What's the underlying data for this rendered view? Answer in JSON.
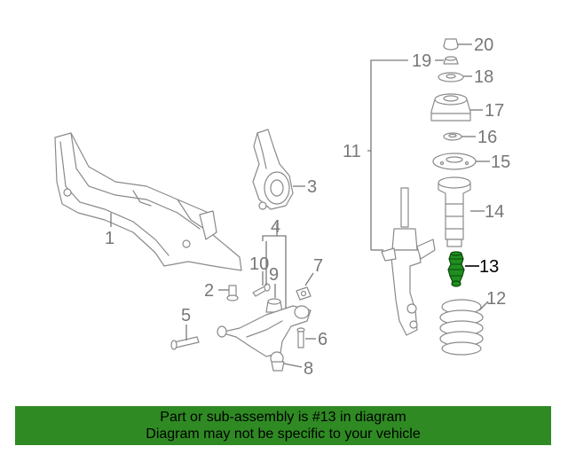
{
  "diagram": {
    "highlight_color": "#2f8a23",
    "highlighted_part": "13",
    "callouts": [
      "1",
      "2",
      "3",
      "4",
      "5",
      "6",
      "7",
      "8",
      "9",
      "10",
      "11",
      "12",
      "13",
      "14",
      "15",
      "16",
      "17",
      "18",
      "19",
      "20"
    ]
  },
  "footer": {
    "line1": "Part or sub-assembly is #13 in diagram",
    "line2": "Diagram may not be specific to your vehicle"
  }
}
